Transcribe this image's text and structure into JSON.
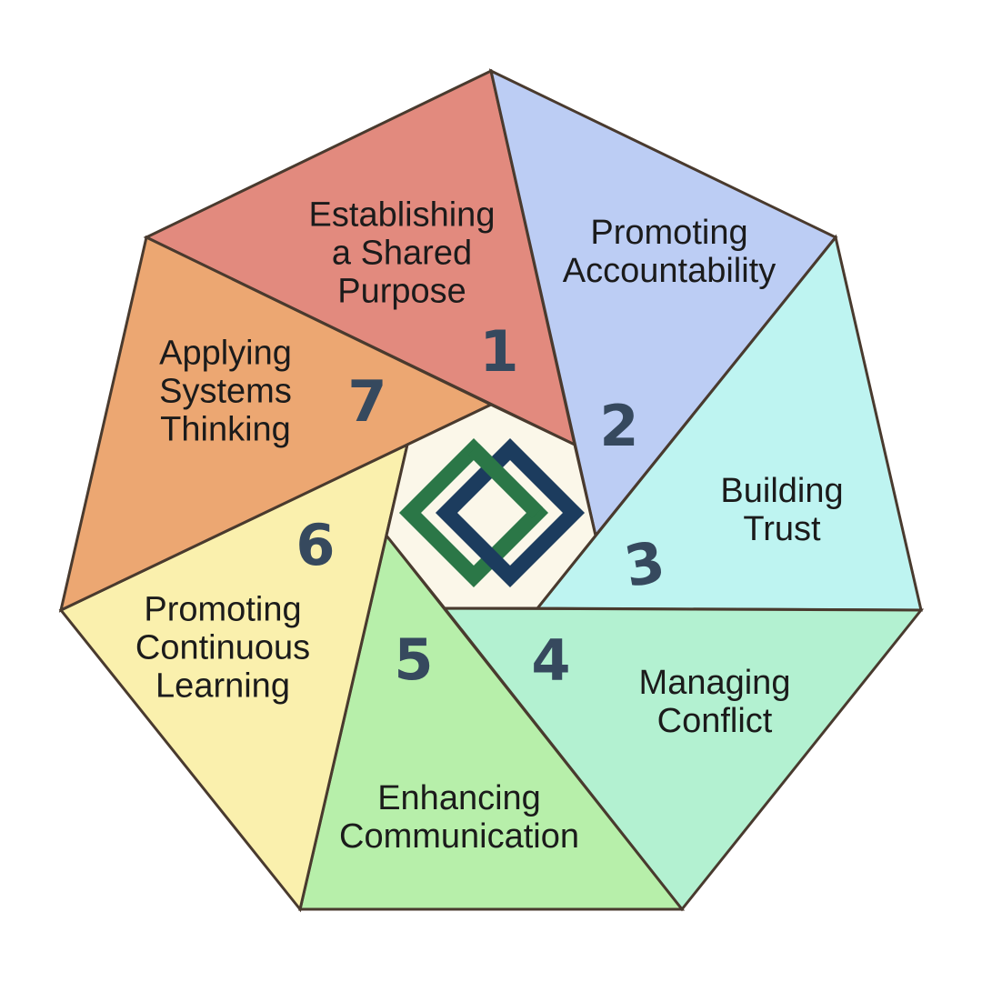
{
  "diagram": {
    "type": "pinwheel-heptagon-infographic",
    "segment_count": 7,
    "background_color": "#FFFFFF",
    "outline_color": "#493A2E",
    "center_fill": "#FBF7E9",
    "number_color": "#36495E",
    "label_color": "#1B1B1B",
    "logo": {
      "icon": "interlocked-diamond-squares",
      "green": "#2B7747",
      "navy": "#1C3C5E"
    }
  },
  "segments": [
    {
      "number": "1",
      "label": "Establishing a Shared Purpose",
      "lines": [
        "Establishing",
        "a Shared",
        "Purpose"
      ],
      "color": "#E28A7E"
    },
    {
      "number": "2",
      "label": "Promoting Accountability",
      "lines": [
        "Promoting",
        "Accountability"
      ],
      "color": "#BCCDF4"
    },
    {
      "number": "3",
      "label": "Building Trust",
      "lines": [
        "Building",
        "Trust"
      ],
      "color": "#BEF4F1"
    },
    {
      "number": "4",
      "label": "Managing Conflict",
      "lines": [
        "Managing",
        "Conflict"
      ],
      "color": "#B3F1D1"
    },
    {
      "number": "5",
      "label": "Enhancing Communication",
      "lines": [
        "Enhancing",
        "Communication"
      ],
      "color": "#B7EFAA"
    },
    {
      "number": "6",
      "label": "Promoting Continuous Learning",
      "lines": [
        "Promoting",
        "Continuous",
        "Learning"
      ],
      "color": "#FAF0AD"
    },
    {
      "number": "7",
      "label": "Applying Systems Thinking",
      "lines": [
        "Applying",
        "Systems",
        "Thinking"
      ],
      "color": "#ECA772"
    }
  ]
}
